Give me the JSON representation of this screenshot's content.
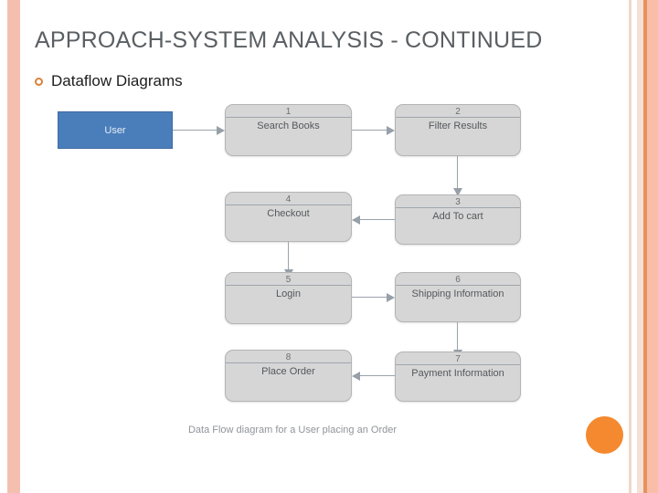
{
  "slide": {
    "title": "APPROACH-SYSTEM ANALYSIS - CONTINUED",
    "bullet": {
      "marker_icon": "hollow-circle-bullet-icon",
      "text": "Dataflow Diagrams"
    }
  },
  "theme": {
    "title_color": "#5a5f63",
    "bullet_marker_color": "#d98236",
    "entity_fill": "#4a7ebb",
    "process_fill": "#d6d6d6",
    "connector_color": "#9aa3ab",
    "accent_circle_color": "#f4892f",
    "left_stripe_color": "#f4bfae",
    "right_stripe_accent_color": "#e8915d",
    "right_stripe_wide_color": "#f9bda8"
  },
  "diagram": {
    "caption": "Data Flow diagram for a User placing an Order",
    "entity": {
      "id": "user",
      "label": "User",
      "type": "external-entity"
    },
    "processes": [
      {
        "id": "p1",
        "number": "1",
        "label": "Search Books"
      },
      {
        "id": "p2",
        "number": "2",
        "label": "Filter Results"
      },
      {
        "id": "p3",
        "number": "3",
        "label": "Add To cart"
      },
      {
        "id": "p4",
        "number": "4",
        "label": "Checkout"
      },
      {
        "id": "p5",
        "number": "5",
        "label": "Login"
      },
      {
        "id": "p6",
        "number": "6",
        "label": "Shipping Information"
      },
      {
        "id": "p7",
        "number": "7",
        "label": "Payment Information"
      },
      {
        "id": "p8",
        "number": "8",
        "label": "Place Order"
      }
    ],
    "flows": [
      {
        "from": "user",
        "to": "p1",
        "direction": "right"
      },
      {
        "from": "p1",
        "to": "p2",
        "direction": "right"
      },
      {
        "from": "p2",
        "to": "p3",
        "direction": "down"
      },
      {
        "from": "p3",
        "to": "p4",
        "direction": "left"
      },
      {
        "from": "p4",
        "to": "p5",
        "direction": "down"
      },
      {
        "from": "p5",
        "to": "p6",
        "direction": "right"
      },
      {
        "from": "p6",
        "to": "p7",
        "direction": "down"
      },
      {
        "from": "p7",
        "to": "p8",
        "direction": "left"
      }
    ]
  }
}
